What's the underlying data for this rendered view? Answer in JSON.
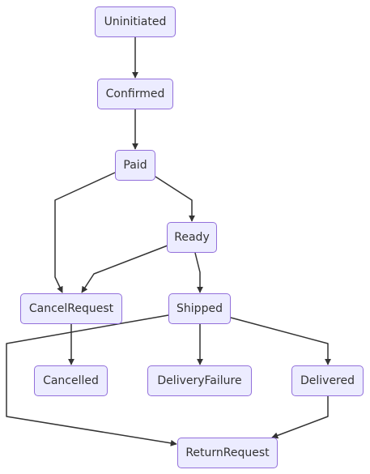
{
  "diagram": {
    "type": "state-flow",
    "nodes": {
      "uninitiated": "Uninitiated",
      "confirmed": "Confirmed",
      "paid": "Paid",
      "ready": "Ready",
      "cancel_request": "CancelRequest",
      "shipped": "Shipped",
      "cancelled": "Cancelled",
      "delivery_failure": "DeliveryFailure",
      "delivered": "Delivered",
      "return_request": "ReturnRequest"
    },
    "edges": [
      {
        "from": "Uninitiated",
        "to": "Confirmed"
      },
      {
        "from": "Confirmed",
        "to": "Paid"
      },
      {
        "from": "Paid",
        "to": "CancelRequest"
      },
      {
        "from": "Paid",
        "to": "Ready"
      },
      {
        "from": "Ready",
        "to": "CancelRequest"
      },
      {
        "from": "Ready",
        "to": "Shipped"
      },
      {
        "from": "CancelRequest",
        "to": "Cancelled"
      },
      {
        "from": "Shipped",
        "to": "ReturnRequest"
      },
      {
        "from": "Shipped",
        "to": "DeliveryFailure"
      },
      {
        "from": "Shipped",
        "to": "Delivered"
      },
      {
        "from": "Delivered",
        "to": "ReturnRequest"
      }
    ],
    "colors": {
      "node_fill": "#ECECFF",
      "node_border": "#9370DB",
      "node_text": "#333333",
      "edge": "#333333"
    }
  }
}
